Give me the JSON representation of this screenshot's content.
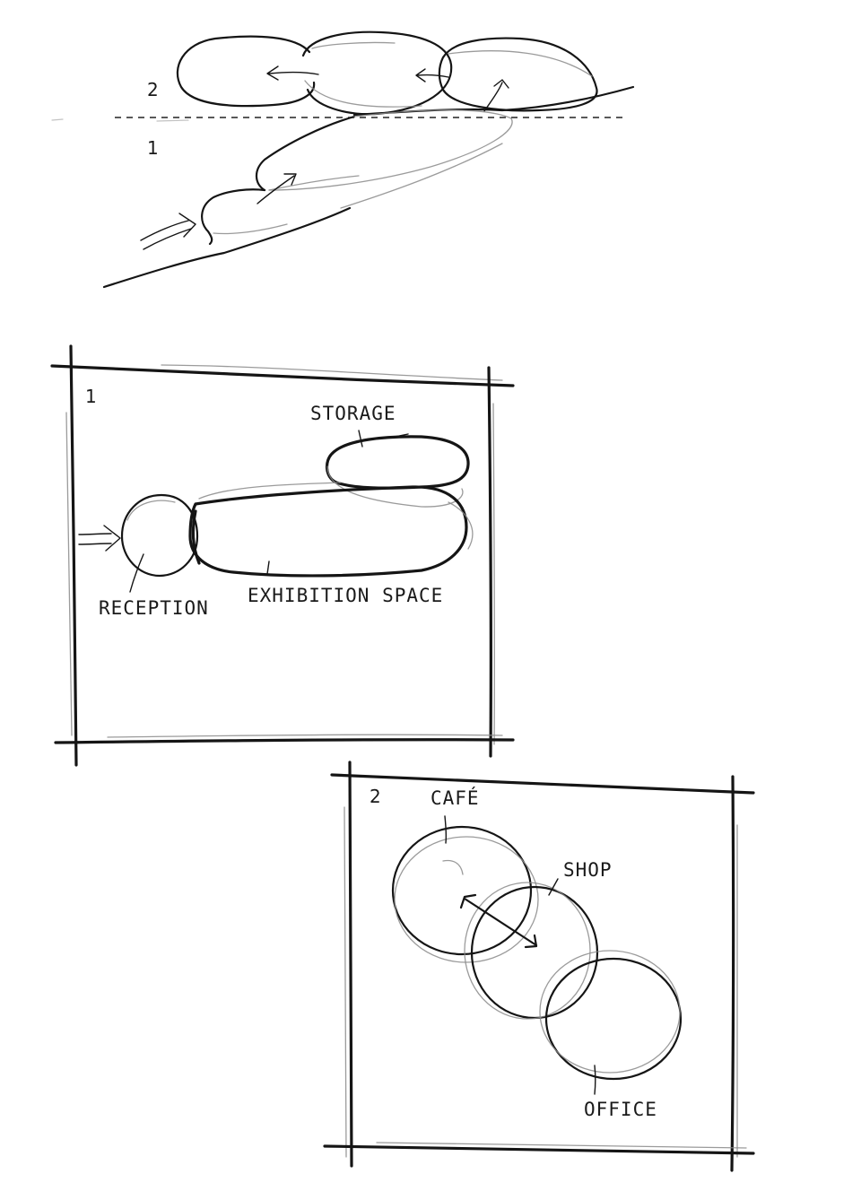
{
  "section_sketch": {
    "level_upper": "2",
    "level_lower": "1"
  },
  "plan_level_1": {
    "number": "1",
    "rooms": {
      "storage": "STORAGE",
      "reception": "RECEPTION",
      "exhibition": "EXHIBITION SPACE"
    }
  },
  "plan_level_2": {
    "number": "2",
    "rooms": {
      "cafe": "CAFÉ",
      "shop": "SHOP",
      "office": "OFFICE"
    }
  },
  "colors": {
    "ink": "#151515",
    "pencil": "#8a8a8a",
    "paper": "#ffffff"
  }
}
